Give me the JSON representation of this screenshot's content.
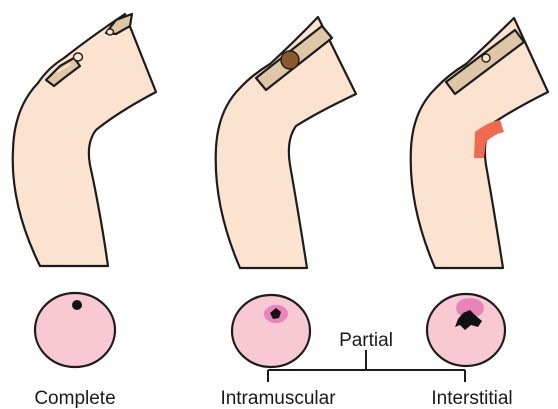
{
  "labels": {
    "complete": "Complete",
    "partial": "Partial",
    "intramuscular": "Intramuscular",
    "interstitial": "Interstitial"
  },
  "colors": {
    "skin": "#fbe3d0",
    "outline": "#1c1c1c",
    "tendon": "#ddc7a6",
    "hematoma": "#8b5a2b",
    "interstitial_tear": "#ef6a4f",
    "cross_section": "#f8c9d3",
    "lesion": "#e884b9",
    "dark_lesion": "#111111"
  }
}
